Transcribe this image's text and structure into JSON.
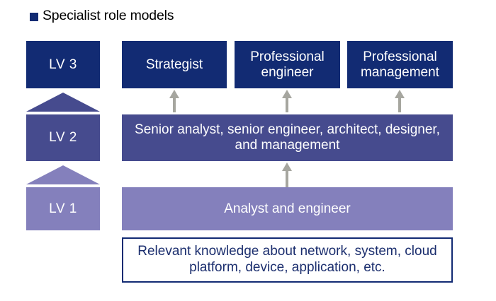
{
  "legend": {
    "swatch_color": "#122B73",
    "label": "Specialist role models"
  },
  "colors": {
    "level3": "#122B73",
    "level2": "#464B8E",
    "level1": "#8480BC",
    "outline": "#122B73",
    "outline_text": "#1B2E6E",
    "arrow": "#A6A69F",
    "background": "#FFFFFF",
    "box_text": "#FFFFFF"
  },
  "levels": [
    {
      "id": "lv3",
      "label": "LV 3"
    },
    {
      "id": "lv2",
      "label": "LV 2"
    },
    {
      "id": "lv1",
      "label": "LV 1"
    }
  ],
  "role_boxes": [
    {
      "id": "strategist",
      "label": "Strategist"
    },
    {
      "id": "professional-engineer",
      "label": "Professional engineer"
    },
    {
      "id": "professional-management",
      "label": "Professional management"
    }
  ],
  "bars": {
    "level2": "Senior analyst, senior engineer, architect, designer, and management",
    "level1": "Analyst and engineer"
  },
  "foundation": {
    "label": "Relevant knowledge about network, system, cloud platform, device, application, etc."
  },
  "arrows": [
    {
      "id": "arrow-to-strategist"
    },
    {
      "id": "arrow-to-professional-engineer"
    },
    {
      "id": "arrow-to-professional-management"
    },
    {
      "id": "arrow-lv1-to-lv2"
    }
  ]
}
